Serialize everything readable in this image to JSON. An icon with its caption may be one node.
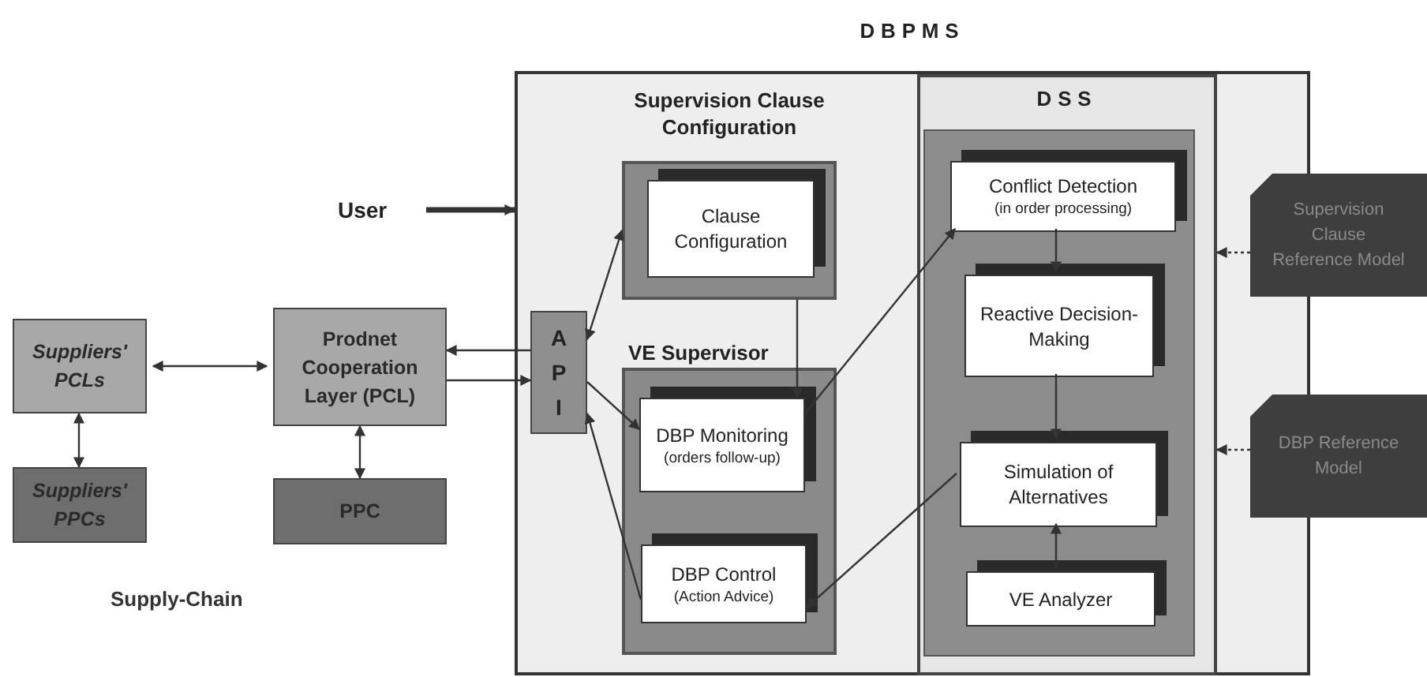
{
  "diagram": {
    "nodes": [
      {
        "text": [
          "DBPMS"
        ]
      },
      {
        "text": [
          "Supervision Clause Configuration"
        ],
        "in": 0
      },
      {
        "text": [
          "Clause Configuration"
        ],
        "in": 1
      },
      {
        "text": [
          "VE Supervisor"
        ],
        "in": 0
      },
      {
        "text": [
          "DBP Monitoring",
          "(orders follow-up)"
        ],
        "in": 3
      },
      {
        "text": [
          "DBP Control",
          "(Action Advice)"
        ],
        "in": 3
      },
      {
        "text": [
          "DSS"
        ],
        "in": 0
      },
      {
        "text": [
          "Conflict Detection",
          "(in order processing)"
        ],
        "in": 6
      },
      {
        "text": [
          "Reactive Decision-Making"
        ],
        "in": 6
      },
      {
        "text": [
          "Simulation of Alternatives"
        ],
        "in": 6
      },
      {
        "text": [
          "VE Analyzer"
        ],
        "in": 6
      },
      {
        "text": [
          "API"
        ],
        "in": 0
      },
      {
        "text": [
          "User"
        ]
      },
      {
        "text": [
          "Prodnet Cooperation Layer (PCL)"
        ]
      },
      {
        "text": [
          "Suppliers' PCLs"
        ]
      },
      {
        "text": [
          "Suppliers' PPCs"
        ]
      },
      {
        "text": [
          "PPC"
        ]
      },
      {
        "text": [
          "Supervision Clause Reference Model"
        ]
      },
      {
        "text": [
          "DBP Reference Model"
        ]
      }
    ],
    "edges": [
      {
        "from": 12,
        "to": 0,
        "arrow": "to",
        "style": "thick"
      },
      {
        "from": 14,
        "to": 13,
        "arrow": "both"
      },
      {
        "from": 14,
        "to": 15,
        "arrow": "both"
      },
      {
        "from": 13,
        "to": 16,
        "arrow": "both"
      },
      {
        "from": 11,
        "to": 13,
        "arrow": "to"
      },
      {
        "from": 13,
        "to": 11,
        "arrow": "to"
      },
      {
        "from": 11,
        "to": 1,
        "arrow": "both"
      },
      {
        "from": 11,
        "to": 4,
        "arrow": "to"
      },
      {
        "from": 5,
        "to": 11,
        "arrow": "to"
      },
      {
        "from": 1,
        "to": 4,
        "arrow": "to"
      },
      {
        "from": 4,
        "to": 7,
        "arrow": "to"
      },
      {
        "from": 9,
        "to": 5,
        "arrow": "to"
      },
      {
        "from": 7,
        "to": 8,
        "arrow": "to"
      },
      {
        "from": 8,
        "to": 9,
        "arrow": "to"
      },
      {
        "from": 10,
        "to": 9,
        "arrow": "to"
      },
      {
        "from": 17,
        "to": 6,
        "arrow": "to",
        "style": "dashed"
      },
      {
        "from": 18,
        "to": 6,
        "arrow": "to",
        "style": "dashed"
      }
    ],
    "labels": [
      "Supply-Chain"
    ]
  }
}
